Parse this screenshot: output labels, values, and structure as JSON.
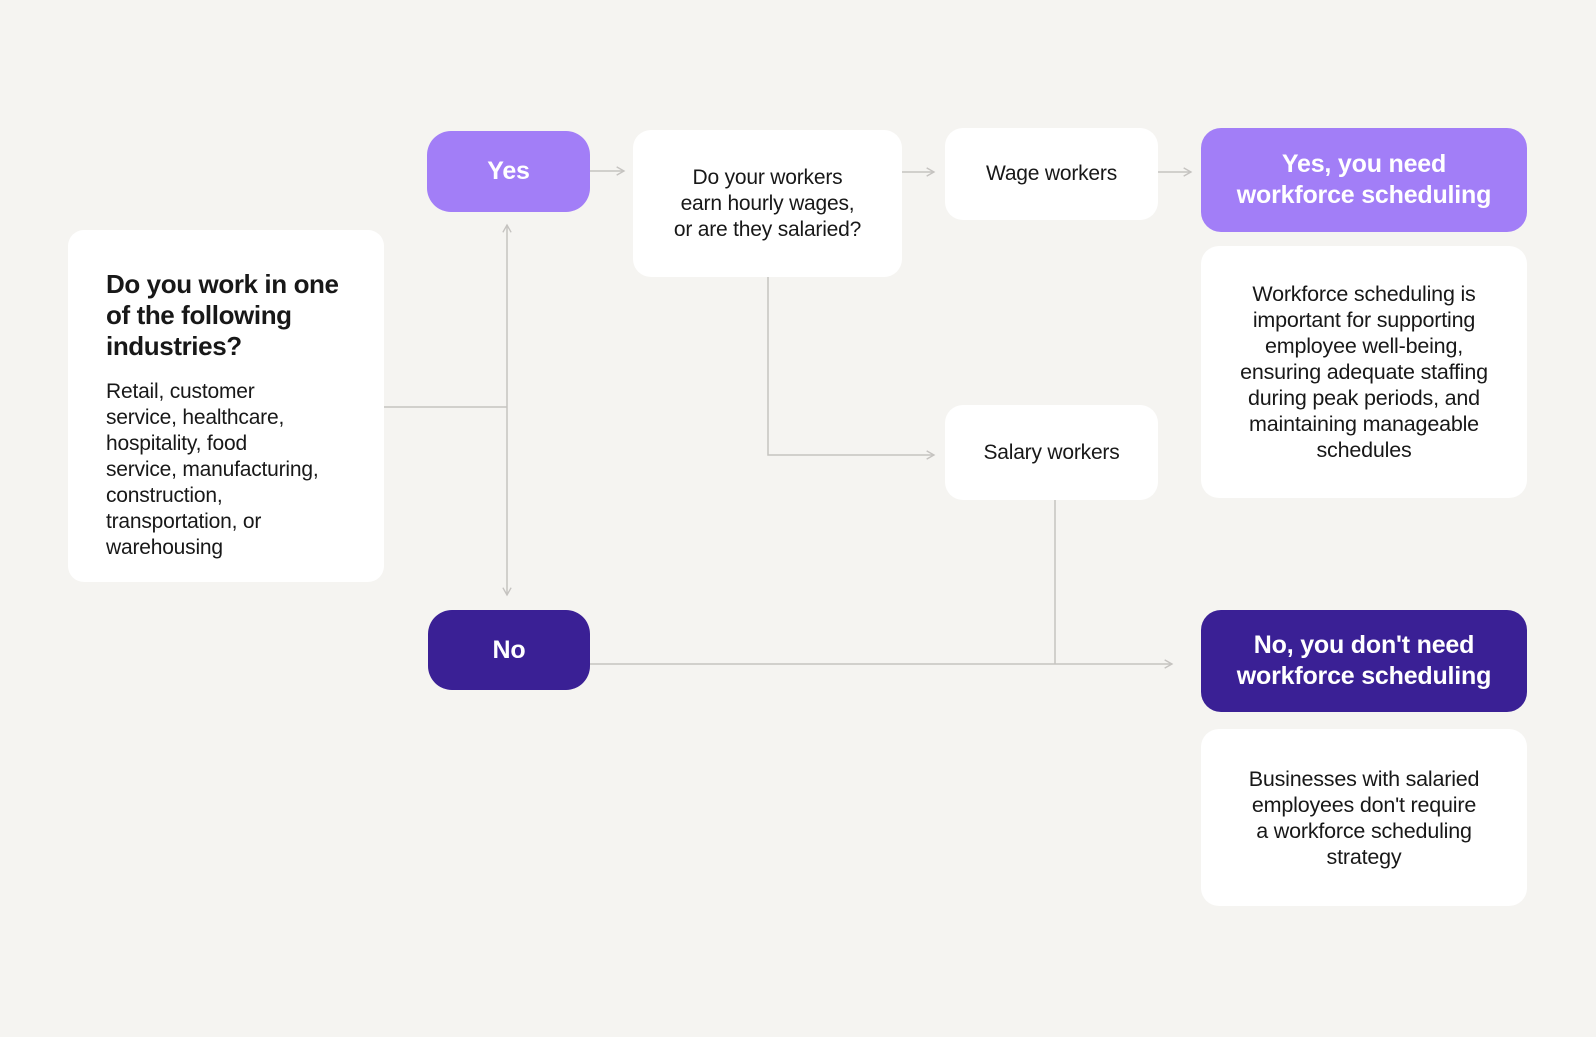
{
  "colors": {
    "background": "#f5f4f1",
    "card": "#ffffff",
    "accent_light": "#a27ef7",
    "accent_dark": "#3a2095",
    "connector": "#c5c3c0",
    "text": "#181818",
    "text_on_accent": "#ffffff"
  },
  "flowchart": {
    "industry_question": {
      "title": "Do you work in one\nof the following\nindustries?",
      "body": "Retail, customer\nservice, healthcare,\nhospitality, food\nservice, manufacturing,\nconstruction,\ntransportation, or\nwarehousing"
    },
    "yes_branch": {
      "label": "Yes"
    },
    "no_branch": {
      "label": "No"
    },
    "worker_type_question": {
      "text": "Do your workers\nearn hourly wages,\nor are they salaried?"
    },
    "wage_workers": {
      "label": "Wage workers"
    },
    "salary_workers": {
      "label": "Salary workers"
    },
    "yes_outcome": {
      "title": "Yes, you need\nworkforce scheduling",
      "description": "Workforce scheduling is\nimportant for supporting\nemployee well-being,\nensuring adequate staffing\nduring peak periods, and\nmaintaining manageable\nschedules"
    },
    "no_outcome": {
      "title": "No, you don't need\nworkforce scheduling",
      "description": "Businesses with salaried\nemployees don't require\na workforce scheduling\nstrategy"
    }
  }
}
